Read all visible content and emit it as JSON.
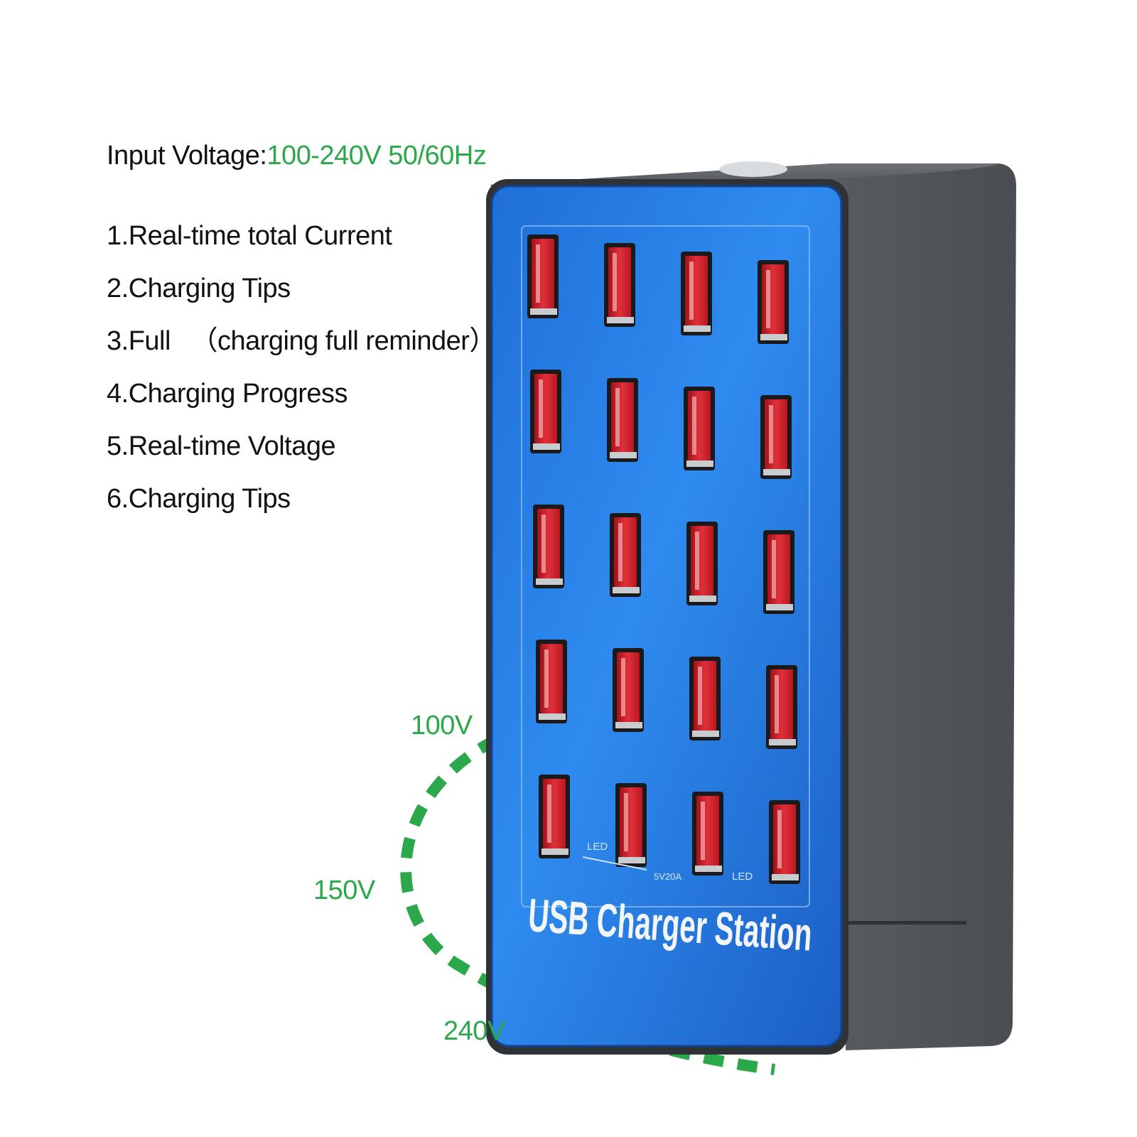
{
  "spec": {
    "label": "Input Voltage:",
    "value": "100-240V 50/60Hz"
  },
  "features": [
    "1.Real-time total Current",
    "2.Charging Tips",
    "3.Full 　（charging full reminder）",
    "4.Charging Progress",
    "5.Real-time Voltage",
    "6.Charging Tips"
  ],
  "voltage_arc": {
    "labels": [
      "100V",
      "150V",
      "240V"
    ]
  },
  "device": {
    "brand_text": "USB Charger Station",
    "rating_text": "5V20A",
    "led_left": "LED",
    "led_right": "LED",
    "port_rows": 5,
    "port_cols": 4
  },
  "colors": {
    "accent_green": "#2aa84a",
    "panel_blue": "#1e7ae0",
    "body_gray": "#55595c",
    "port_red": "#d8242c"
  }
}
